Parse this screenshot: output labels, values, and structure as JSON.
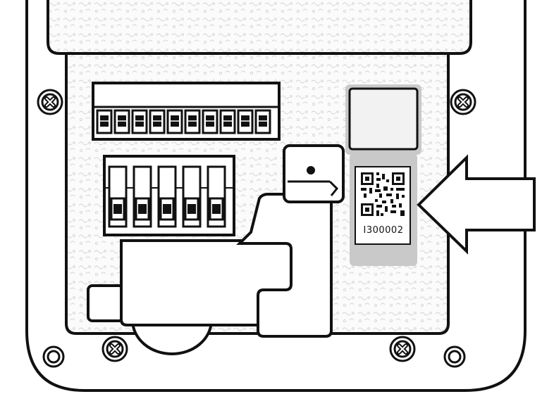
{
  "device_label": {
    "serial_number": "I300002"
  },
  "colors": {
    "outline": "#111111",
    "background": "#ffffff",
    "panel_fill": "#fbfbfb",
    "label_sticker": "#c9c9c9",
    "label_pad": "#f2f2f2",
    "texture": "#d6d6d6"
  },
  "icons": {
    "screws": "phillips-screw-icon",
    "holes": "mounting-hole-icon",
    "arrow": "pointer-arrow-icon",
    "qr": "qr-code-icon"
  },
  "components": {
    "upper_terminal_block_positions": 10,
    "lower_terminal_block_positions": 5
  }
}
